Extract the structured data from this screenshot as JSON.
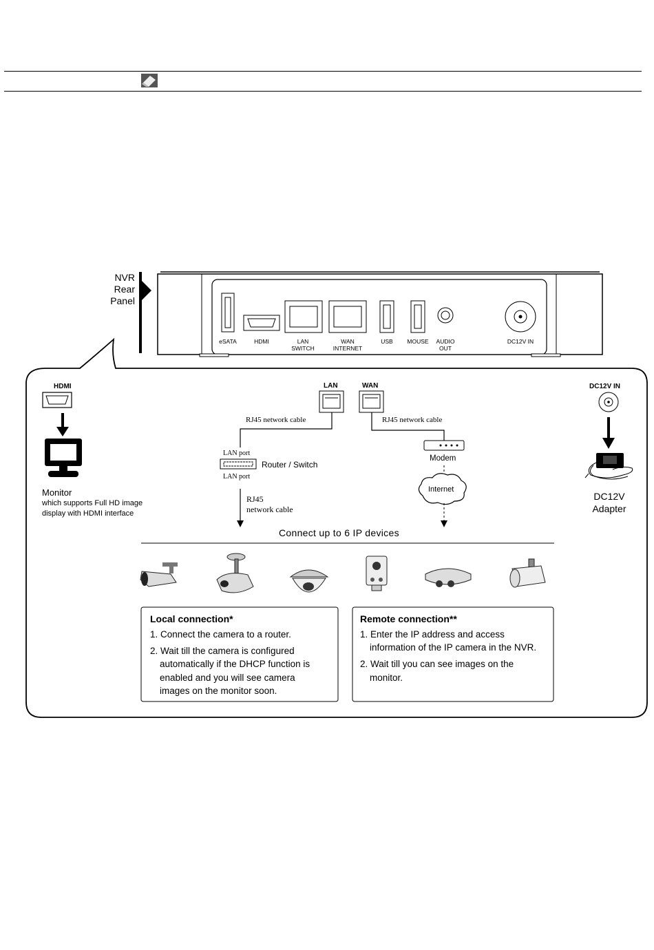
{
  "panel_title": {
    "line1": "NVR",
    "line2": "Rear",
    "line3": "Panel"
  },
  "rear_ports": [
    {
      "label": "eSATA"
    },
    {
      "label": "HDMI"
    },
    {
      "label": "LAN\nSWITCH"
    },
    {
      "label": "WAN\nINTERNET"
    },
    {
      "label": "USB"
    },
    {
      "label": "MOUSE"
    },
    {
      "label": "AUDIO\nOUT"
    },
    {
      "label": "DC12V IN"
    }
  ],
  "hdmi_section": {
    "port_label": "HDMI",
    "monitor_title": "Monitor",
    "monitor_desc_line1": "which supports Full HD image",
    "monitor_desc_line2": "display with HDMI interface"
  },
  "network_section": {
    "lan_label": "LAN",
    "wan_label": "WAN",
    "lan_cable": "RJ45 network cable",
    "wan_cable": "RJ45 network cable",
    "lan_port_top": "LAN port",
    "lan_port_bottom": "LAN port",
    "router_label": "Router / Switch",
    "modem_label": "Modem",
    "internet_label": "Internet",
    "rj45_line1": "RJ45",
    "rj45_line2": "network cable",
    "connect_caption": "Connect up to 6 IP devices"
  },
  "power_section": {
    "port_label": "DC12V IN",
    "adapter_line1": "DC12V",
    "adapter_line2": "Adapter"
  },
  "cameras": [
    {
      "icon": "bullet-camera-icon"
    },
    {
      "icon": "ceiling-mount-camera-icon"
    },
    {
      "icon": "dome-camera-icon"
    },
    {
      "icon": "cube-camera-icon"
    },
    {
      "icon": "flat-dome-camera-icon"
    },
    {
      "icon": "box-camera-icon"
    }
  ],
  "local_box": {
    "title": "Local connection*",
    "step1": "1. Connect the camera to a router.",
    "step2_line1": "2. Wait till the camera is configured",
    "step2_line2": "automatically if the DHCP function is",
    "step2_line3": "enabled and you will see camera",
    "step2_line4": "images on the monitor soon."
  },
  "remote_box": {
    "title": "Remote connection**",
    "step1_line1": "1. Enter the IP address and access",
    "step1_line2": "information of the IP camera in the NVR.",
    "step2_line1": "2. Wait till you can see images on the",
    "step2_line2": "monitor."
  },
  "header_icon": "note-icon"
}
